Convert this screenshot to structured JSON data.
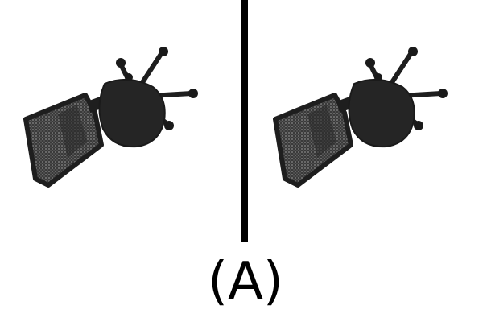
{
  "panels": [
    {
      "object": "office-chair",
      "view": "top-down"
    },
    {
      "object": "office-chair",
      "view": "top-down"
    }
  ],
  "caption": {
    "label": "(A)"
  },
  "colors": {
    "background": "#ffffff",
    "divider": "#000000",
    "chair_body": "#222222",
    "mesh": "#555555"
  }
}
